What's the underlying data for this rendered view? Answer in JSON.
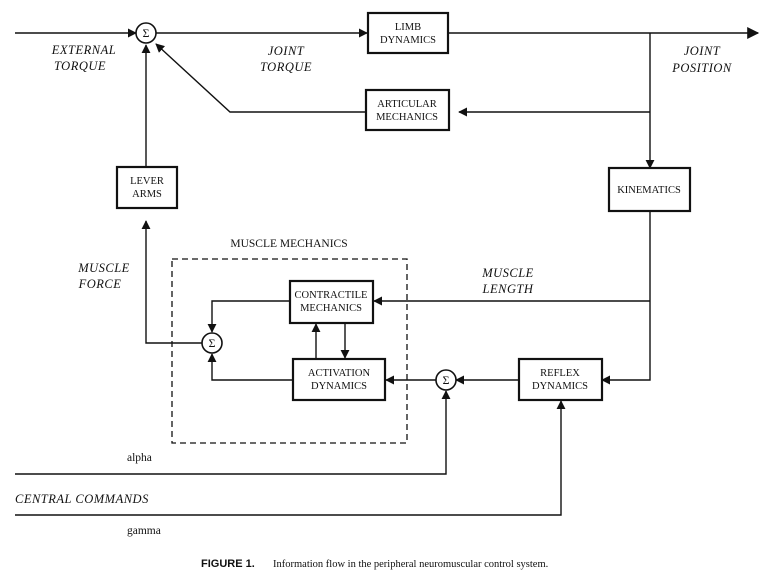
{
  "blocks": {
    "limb_dynamics": [
      "LIMB",
      "DYNAMICS"
    ],
    "articular_mechanics": [
      "ARTICULAR",
      "MECHANICS"
    ],
    "lever_arms": [
      "LEVER",
      "ARMS"
    ],
    "kinematics": [
      "KINEMATICS"
    ],
    "contractile_mechanics": [
      "CONTRACTILE",
      "MECHANICS"
    ],
    "activation_dynamics": [
      "ACTIVATION",
      "DYNAMICS"
    ],
    "reflex_dynamics": [
      "REFLEX",
      "DYNAMICS"
    ]
  },
  "group_label": "MUSCLE MECHANICS",
  "signals": {
    "external_torque": [
      "EXTERNAL",
      "TORQUE"
    ],
    "joint_torque": [
      "JOINT",
      "TORQUE"
    ],
    "joint_position": [
      "JOINT",
      "POSITION"
    ],
    "muscle_force": [
      "MUSCLE",
      "FORCE"
    ],
    "muscle_length": [
      "MUSCLE",
      "LENGTH"
    ],
    "central_commands": "CENTRAL COMMANDS",
    "alpha": "alpha",
    "gamma": "gamma"
  },
  "sum_symbol": "Σ",
  "caption": {
    "number": "FIGURE 1.",
    "text": "Information flow in the peripheral neuromuscular control system."
  }
}
